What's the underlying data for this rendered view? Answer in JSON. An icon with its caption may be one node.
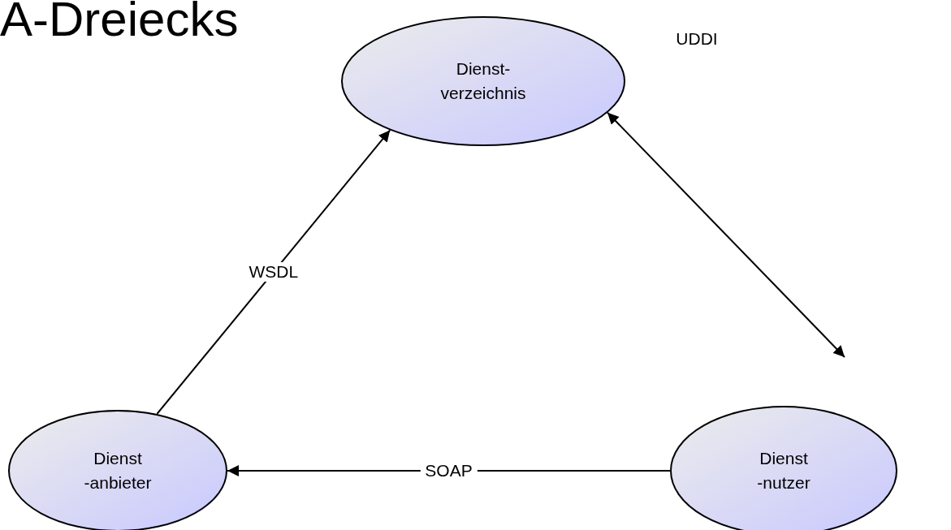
{
  "diagram": {
    "title": "A-Dreiecks",
    "nodes": [
      {
        "text": [
          "Dienst- verzeichnis"
        ]
      },
      {
        "text": [
          "Dienst -anbieter"
        ]
      },
      {
        "text": [
          "Dienst -nutzer"
        ]
      }
    ],
    "edges": [
      {
        "from": 1,
        "to": 0,
        "arrow": "to",
        "label": "WSDL"
      },
      {
        "from": 0,
        "to": 2,
        "arrow": "both"
      },
      {
        "from": 2,
        "to": 1,
        "arrow": "to",
        "label": "SOAP"
      }
    ],
    "labels": [
      "UDDI"
    ]
  }
}
